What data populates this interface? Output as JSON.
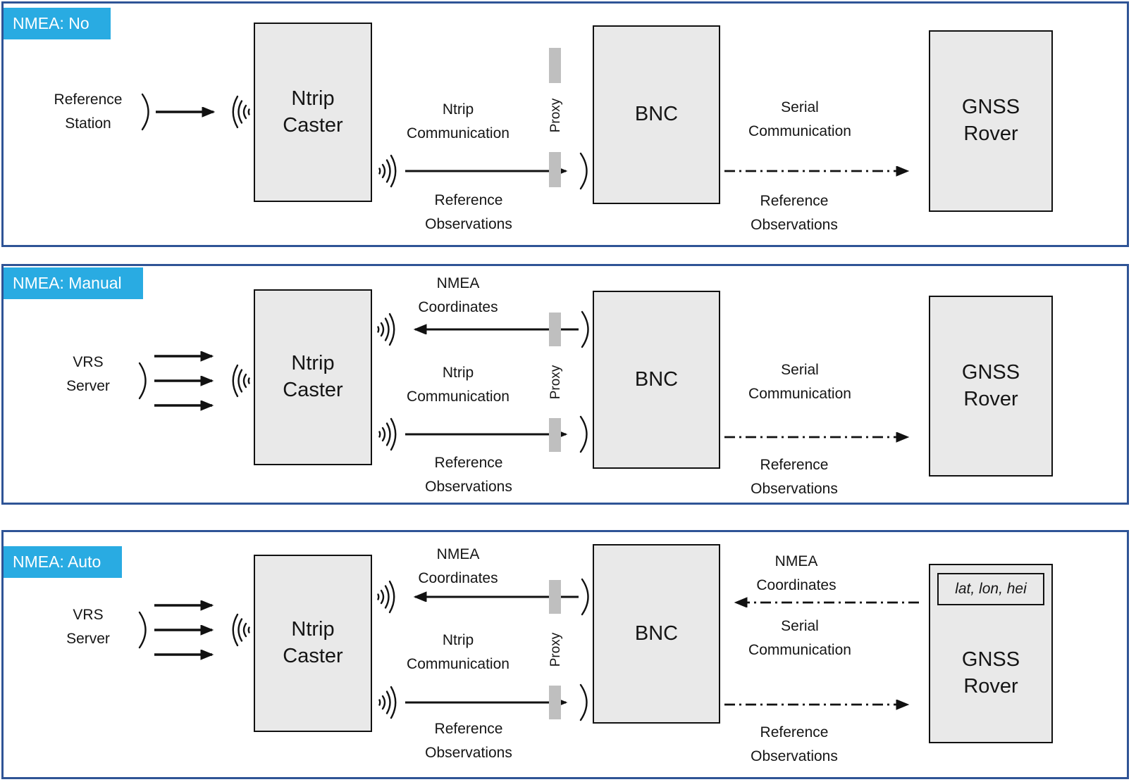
{
  "colors": {
    "accent_badge": "#29ABE2",
    "panel_border": "#2F5496",
    "box_fill": "#E9E9E9",
    "box_border": "#111111",
    "proxy_bar": "#BFBFBF",
    "ink": "#111111"
  },
  "panels": [
    {
      "badge": "NMEA: No",
      "source": "Reference\nStation",
      "caster": "Ntrip\nCaster",
      "bnc": "BNC",
      "rover": "GNSS\nRover",
      "proxy": "Proxy",
      "ntrip_comm": "Ntrip\nCommunication",
      "ref_obs_mid": "Reference\nObservations",
      "serial_comm": "Serial\nCommunication",
      "ref_obs_right": "Reference\nObservations"
    },
    {
      "badge": "NMEA: Manual",
      "source": "VRS\nServer",
      "caster": "Ntrip\nCaster",
      "bnc": "BNC",
      "rover": "GNSS\nRover",
      "proxy": "Proxy",
      "nmea_coords_mid": "NMEA\nCoordinates",
      "ntrip_comm": "Ntrip\nCommunication",
      "ref_obs_mid": "Reference\nObservations",
      "serial_comm": "Serial\nCommunication",
      "ref_obs_right": "Reference\nObservations"
    },
    {
      "badge": "NMEA: Auto",
      "source": "VRS\nServer",
      "caster": "Ntrip\nCaster",
      "bnc": "BNC",
      "rover": "GNSS\nRover",
      "rover_coords": "lat, lon, hei",
      "proxy": "Proxy",
      "nmea_coords_mid": "NMEA\nCoordinates",
      "ntrip_comm": "Ntrip\nCommunication",
      "ref_obs_mid": "Reference\nObservations",
      "nmea_coords_right": "NMEA\nCoordinates",
      "serial_comm": "Serial\nCommunication",
      "ref_obs_right": "Reference\nObservations"
    }
  ]
}
